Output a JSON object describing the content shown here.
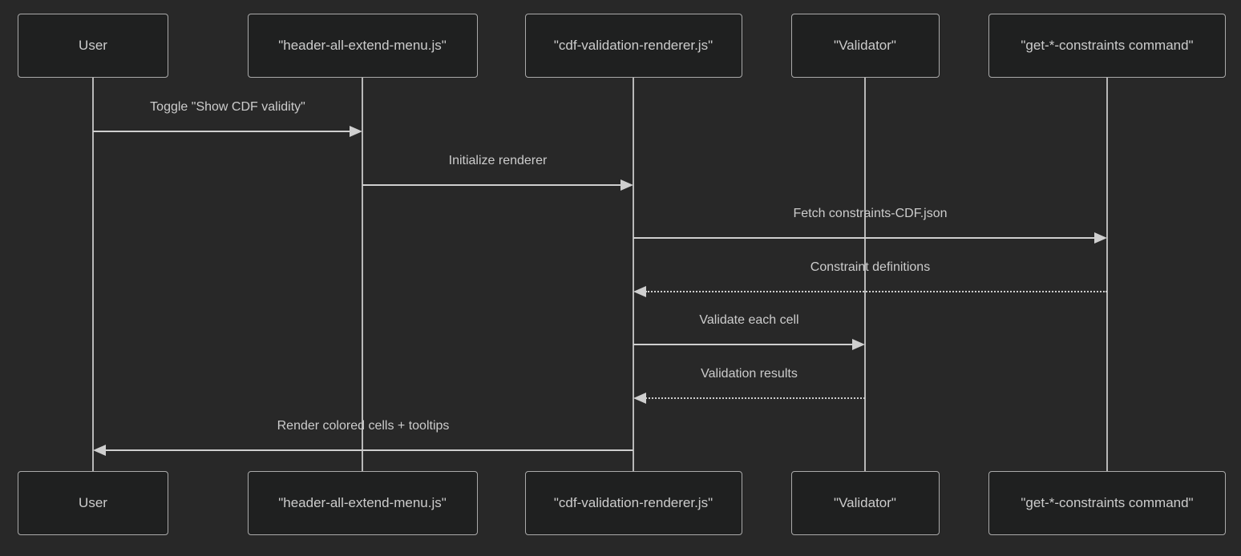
{
  "diagram": {
    "type": "sequence-diagram",
    "theme": {
      "background": "#282828",
      "actor_fill": "#1f2020",
      "actor_border": "#aaaaaa",
      "text_color": "#cccccc",
      "line_color": "#cfcfcf",
      "lifeline_color": "#b8b8b8"
    },
    "actors": [
      {
        "label": "User"
      },
      {
        "label": "\"header-all-extend-menu.js\""
      },
      {
        "label": "\"cdf-validation-renderer.js\""
      },
      {
        "label": "\"Validator\""
      },
      {
        "label": "\"get-*-constraints command\""
      }
    ],
    "messages": [
      {
        "text": "Toggle \"Show CDF validity\"",
        "from": 0,
        "to": 1,
        "line": "solid"
      },
      {
        "text": "Initialize renderer",
        "from": 1,
        "to": 2,
        "line": "solid"
      },
      {
        "text": "Fetch constraints-CDF.json",
        "from": 2,
        "to": 4,
        "line": "solid"
      },
      {
        "text": "Constraint definitions",
        "from": 4,
        "to": 2,
        "line": "dashed"
      },
      {
        "text": "Validate each cell",
        "from": 2,
        "to": 3,
        "line": "solid"
      },
      {
        "text": "Validation results",
        "from": 3,
        "to": 2,
        "line": "dashed"
      },
      {
        "text": "Render colored cells + tooltips",
        "from": 2,
        "to": 0,
        "line": "solid"
      }
    ]
  }
}
